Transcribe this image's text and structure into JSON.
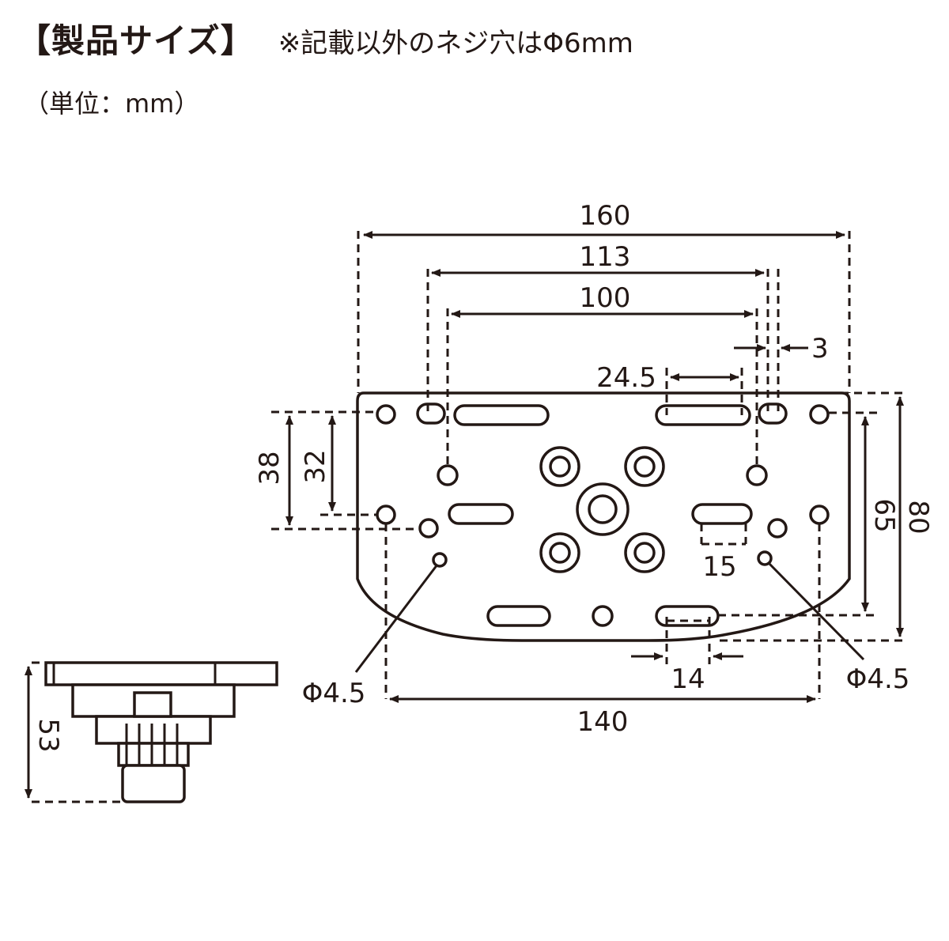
{
  "header": {
    "title": "【製品サイズ】",
    "note": "※記載以外のネジ穴はΦ6mm",
    "unit": "（単位：mm）"
  },
  "dimensions": {
    "width_total": "160",
    "width_113": "113",
    "width_100": "100",
    "gap_3": "3",
    "slot_24_5": "24.5",
    "height_38": "38",
    "height_32": "32",
    "height_65": "65",
    "height_80": "80",
    "slot_15": "15",
    "slot_14": "14",
    "width_140": "140",
    "hole_left": "Φ4.5",
    "hole_right": "Φ4.5",
    "side_height": "53"
  }
}
